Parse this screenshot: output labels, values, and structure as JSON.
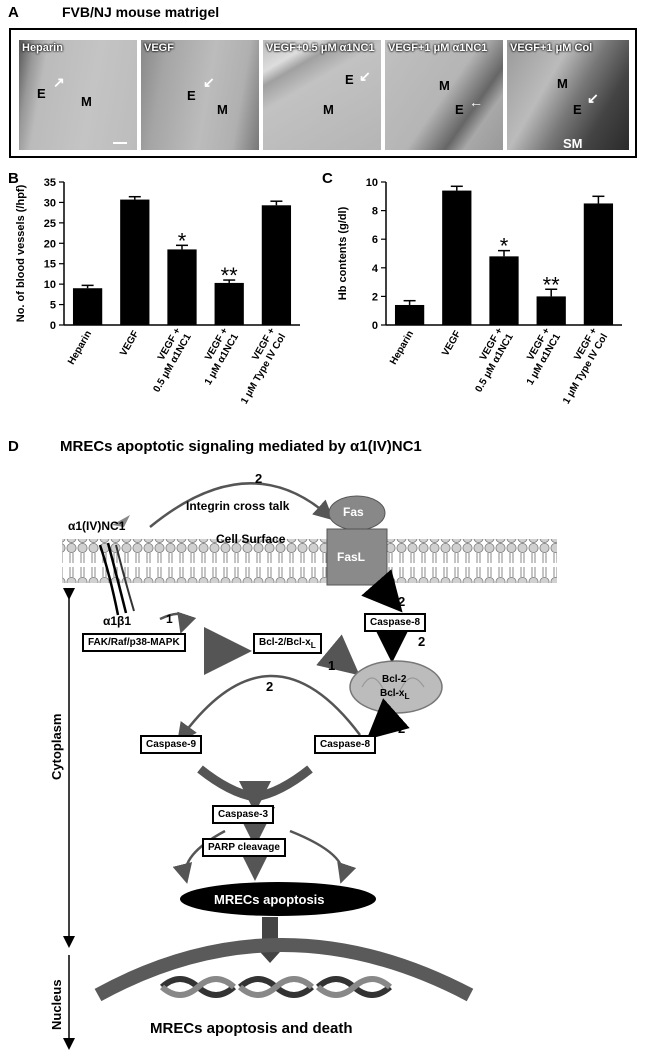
{
  "panelA": {
    "letter": "A",
    "title": "FVB/NJ mouse matrigel",
    "images": [
      {
        "label": "Heparin",
        "marks": [
          "E",
          "M"
        ]
      },
      {
        "label": "VEGF",
        "marks": [
          "E",
          "M"
        ]
      },
      {
        "label": "VEGF+0.5 μM α1NC1",
        "marks": [
          "E",
          "M"
        ]
      },
      {
        "label": "VEGF+1 μM α1NC1",
        "marks": [
          "M",
          "E"
        ]
      },
      {
        "label": "VEGF+1 μM Col",
        "marks": [
          "M",
          "E",
          "SM"
        ]
      }
    ]
  },
  "chart_data": [
    {
      "type": "bar",
      "panel": "B",
      "categories": [
        "Heparin",
        "VEGF",
        "VEGF + 0.5 μM α1NC1",
        "VEGF + 1 μM α1NC1",
        "VEGF + 1 μM Type IV Col"
      ],
      "values": [
        9,
        30.7,
        18.5,
        10.3,
        29.3
      ],
      "errors": [
        0.7,
        0.7,
        1.0,
        0.7,
        1.0
      ],
      "significance": [
        "",
        "",
        "*",
        "**",
        ""
      ],
      "ylabel": "No. of blood vessels (/hpf)",
      "ylim": [
        0,
        35
      ],
      "yticks": [
        0,
        5,
        10,
        15,
        20,
        25,
        30,
        35
      ]
    },
    {
      "type": "bar",
      "panel": "C",
      "categories": [
        "Heparin",
        "VEGF",
        "VEGF + 0.5 μM α1NC1",
        "VEGF + 1 μM α1NC1",
        "VEGF + 1 μM Type IV Col"
      ],
      "values": [
        1.4,
        9.4,
        4.8,
        2.0,
        8.5
      ],
      "errors": [
        0.3,
        0.3,
        0.4,
        0.5,
        0.5
      ],
      "significance": [
        "",
        "",
        "*",
        "**",
        ""
      ],
      "ylabel": "Hb contents (g/dl)",
      "ylim": [
        0,
        10
      ],
      "yticks": [
        0,
        2,
        4,
        6,
        8,
        10
      ]
    }
  ],
  "panelB": {
    "letter": "B"
  },
  "panelC": {
    "letter": "C"
  },
  "panelD": {
    "letter": "D",
    "title": "MRECs apoptotic signaling mediated by α1(IV)NC1",
    "ligand": "α1(IV)NC1",
    "integrin": "α1β1",
    "crosstalk_num": "2",
    "crosstalk": "Integrin cross talk",
    "cell_surface": "Cell Surface",
    "fas": "Fas",
    "fasl": "FasL",
    "fak": "FAK/Raf/p38-MAPK",
    "bcl_box": "Bcl-2/Bcl-x",
    "bcl_sub": "L",
    "casp8_top": "Caspase-8",
    "mito_line1": "Bcl-2",
    "mito_line2": "Bcl-x",
    "mito_sub": "L",
    "casp9": "Caspase-9",
    "casp8_mid": "Caspase-8",
    "casp3": "Caspase-3",
    "parp": "PARP cleavage",
    "apoptosis": "MRECs apoptosis",
    "death": "MRECs apoptosis and death",
    "cytoplasm": "Cytoplasm",
    "nucleus": "Nucleus",
    "num1": "1",
    "num2": "2"
  }
}
